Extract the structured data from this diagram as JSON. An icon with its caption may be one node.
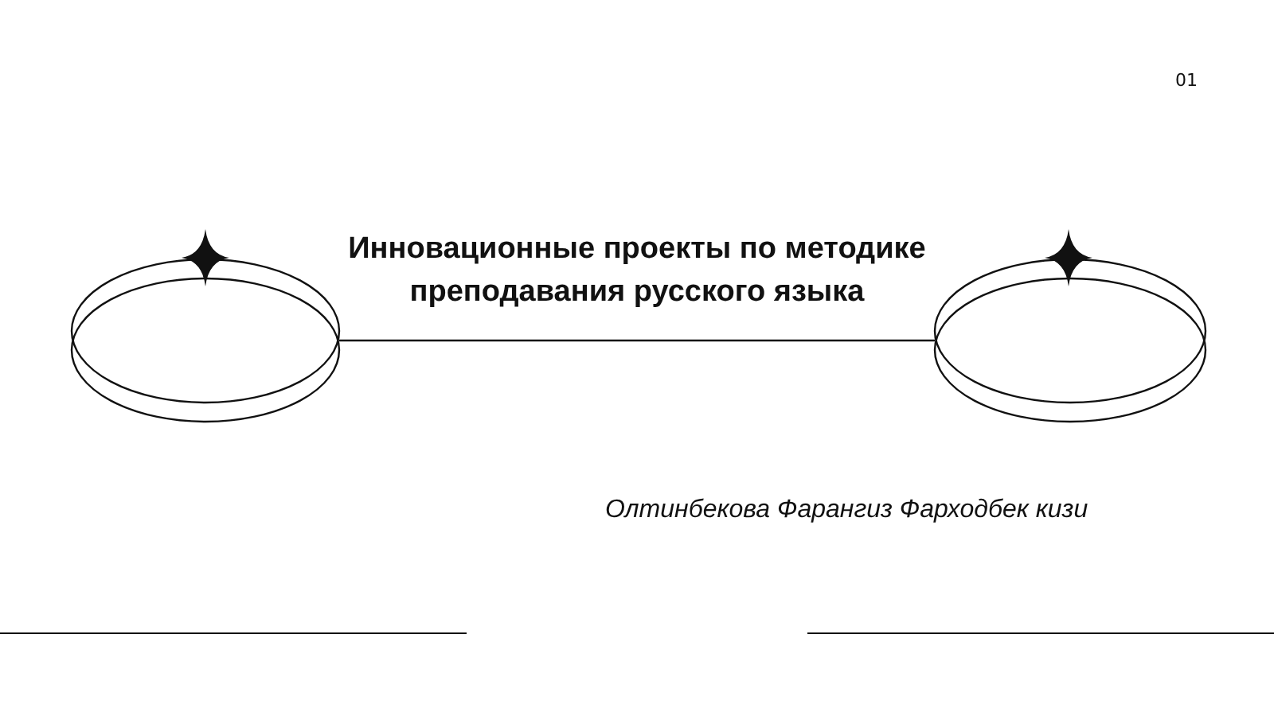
{
  "diagram": {
    "title": "Инновационные проекты по методике преподавания русского языка",
    "nodes": [
      {
        "text": [],
        "shape": "circle"
      },
      {
        "text": [],
        "shape": "circle"
      }
    ],
    "edges": [
      {
        "from": 0,
        "to": 1,
        "arrow": "none"
      }
    ],
    "labels": [
      "01",
      "Олтинбекова Фарангиз Фарходбек кизи"
    ]
  }
}
